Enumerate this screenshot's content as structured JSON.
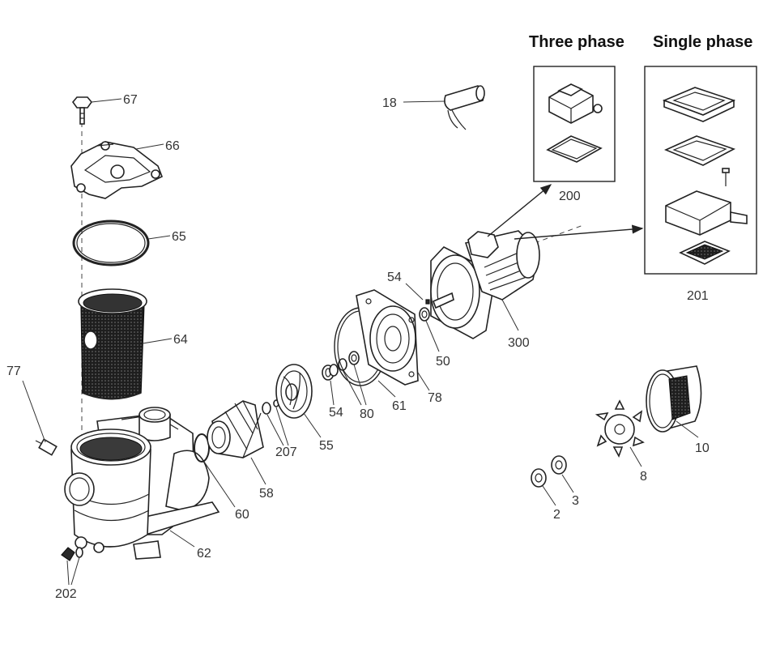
{
  "headers": {
    "three_phase": "Three phase",
    "single_phase": "Single phase"
  },
  "labels": {
    "p67": "67",
    "p66": "66",
    "p65": "65",
    "p64": "64",
    "p77": "77",
    "p62": "62",
    "p202": "202",
    "p60": "60",
    "p58": "58",
    "p207": "207",
    "p55": "55",
    "p54a": "54",
    "p80": "80",
    "p61": "61",
    "p78": "78",
    "p50": "50",
    "p54b": "54",
    "p300": "300",
    "p18": "18",
    "p200": "200",
    "p201": "201",
    "p10": "10",
    "p8": "8",
    "p3": "3",
    "p2": "2"
  },
  "colors": {
    "line": "#222222",
    "text": "#333333",
    "background": "#ffffff"
  }
}
